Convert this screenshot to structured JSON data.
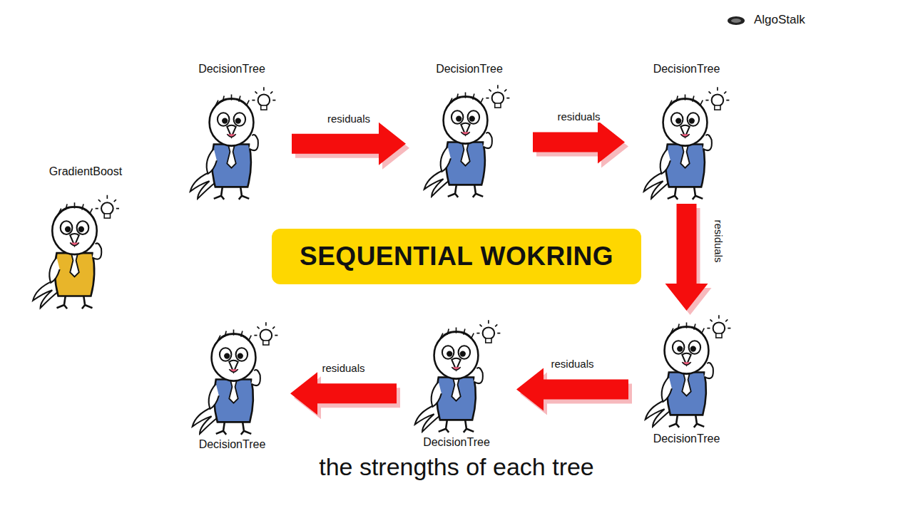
{
  "diagram": {
    "caption": "the strengths of each tree",
    "nodes": [
      {
        "text": [
          "GradientBoost"
        ]
      },
      {
        "text": [
          "DecisionTree"
        ]
      },
      {
        "text": [
          "DecisionTree"
        ]
      },
      {
        "text": [
          "DecisionTree"
        ]
      },
      {
        "text": [
          "SEQUENTIAL WOKRING"
        ]
      },
      {
        "text": [
          "DecisionTree"
        ]
      },
      {
        "text": [
          "DecisionTree"
        ]
      },
      {
        "text": [
          "DecisionTree"
        ]
      }
    ],
    "edges": [
      {
        "from": 1,
        "to": 2,
        "label": "residuals",
        "arrow": "to"
      },
      {
        "from": 2,
        "to": 3,
        "label": "residuals",
        "arrow": "to"
      },
      {
        "from": 3,
        "to": 5,
        "label": "residuals",
        "arrow": "to"
      },
      {
        "from": 5,
        "to": 6,
        "label": "residuals",
        "arrow": "to"
      },
      {
        "from": 6,
        "to": 7,
        "label": "residuals",
        "arrow": "to"
      }
    ],
    "labels": [
      "AlgoStalk"
    ]
  }
}
